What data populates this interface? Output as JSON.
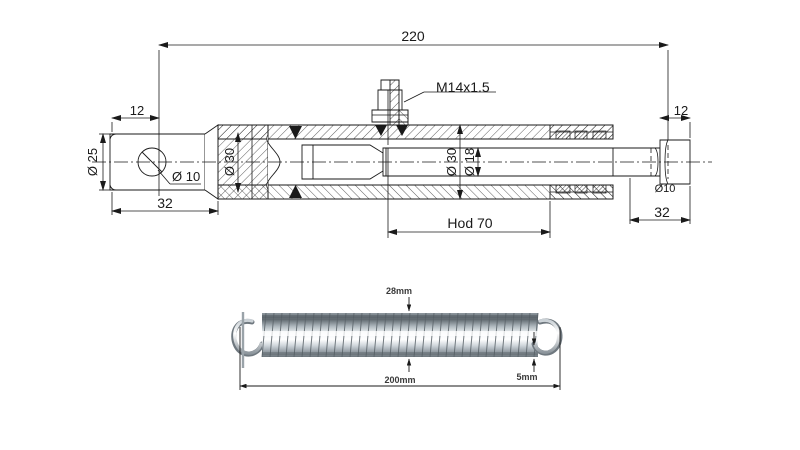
{
  "drawing": {
    "title": "Hydraulic cylinder technical drawing with tension spring",
    "line_color": "#1a1a1a",
    "hatch_color": "#1a1a1a",
    "seal_color": "#4a4a4a",
    "spring_color": "#b8c0c6",
    "spring_highlight": "#eef2f4",
    "spring_shadow": "#7d878f"
  },
  "cylinder": {
    "name": "hydraulic-cylinder-section-view",
    "dimensions": {
      "overall_length": "220",
      "left_eye_width": "12",
      "left_eye_length": "32",
      "left_eye_diameter": "Ø 25",
      "left_pin_hole": "Ø 10",
      "barrel_outer_diameter": "Ø 30",
      "bore_diameter": "Ø 30",
      "rod_diameter": "Ø 18",
      "stroke": "Hod 70",
      "port_thread": "M14x1.5",
      "right_eye_width": "12",
      "right_eye_length": "32",
      "right_pin_hole": "Ø10"
    }
  },
  "spring": {
    "name": "tension-spring-image",
    "dimensions": {
      "outer_diameter": "28mm",
      "wire_diameter": "5mm",
      "length": "200mm"
    }
  }
}
